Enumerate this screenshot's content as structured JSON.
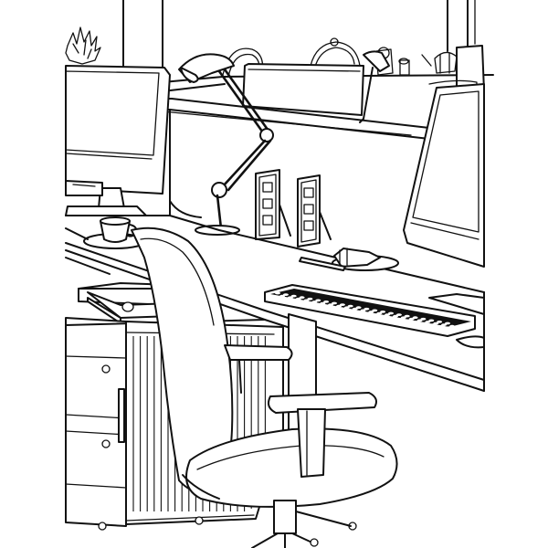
{
  "scene": {
    "style": "black-and-white line drawing",
    "background_color": "#ffffff",
    "line_color": "#111111"
  },
  "objects": {
    "monitors": 3,
    "desk_lamps": 2,
    "photo_frames": 2,
    "keyboard": true,
    "coffee_cup": true,
    "office_chair": true,
    "binders": 2,
    "drawer_cabinet": true,
    "shutter_cabinet": true,
    "potted_plant": true
  }
}
